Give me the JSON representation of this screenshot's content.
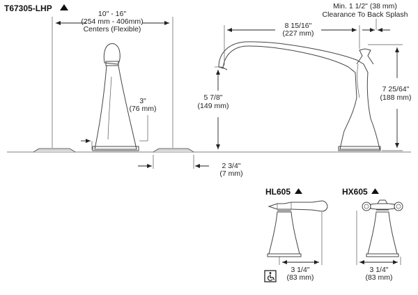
{
  "title": {
    "model": "T67305-LHP",
    "marker_icon": "triangle-icon"
  },
  "dims": {
    "centers": {
      "line1": "10\" - 16\"",
      "line2": "(254 mm - 406mm)",
      "line3": "Centers (Flexible)"
    },
    "handle_height": {
      "line1": "3\"",
      "line2": "(76 mm)"
    },
    "spout_height": {
      "line1": "5 7/8\"",
      "line2": "(149 mm)"
    },
    "spout_reach": {
      "line1": "8 15/16\"",
      "line2": "(227 mm)"
    },
    "clearance": {
      "line1": "Min. 1 1/2\" (38 mm)",
      "line2": "Clearance To Back Splash"
    },
    "overall_height": {
      "line1": "7 25/64\"",
      "line2": "(188 mm)"
    },
    "deck_thickness": {
      "line1": "2 3/4\"",
      "line2": "(7 mm)"
    }
  },
  "handle_options": [
    {
      "model": "HL605",
      "dim_line1": "3 1/4\"",
      "dim_line2": "(83 mm)"
    },
    {
      "model": "HX605",
      "dim_line1": "3 1/4\"",
      "dim_line2": "(83 mm)"
    }
  ],
  "accessibility_icon": "wheelchair-icon"
}
